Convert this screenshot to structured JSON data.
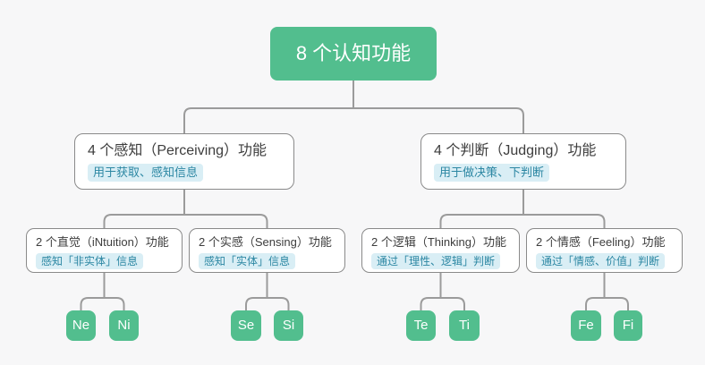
{
  "canvas": {
    "background": "#f7f7f8"
  },
  "colors": {
    "node_green": "#52be8e",
    "node_text": "#ffffff",
    "box_background": "#ffffff",
    "box_border": "#8a8a8a",
    "title_text": "#3d3d3d",
    "note_background": "#d9eef5",
    "note_text": "#2c87a3",
    "connector": "#9b9b9b"
  },
  "root": {
    "label": "8 个认知功能"
  },
  "branches": [
    {
      "title": "4 个感知（Perceiving）功能",
      "note": "用于获取、感知信息"
    },
    {
      "title": "4 个判断（Judging）功能",
      "note": "用于做决策、下判断"
    }
  ],
  "groups": [
    {
      "title": "2 个直觉（iNtuition）功能",
      "note": "感知「非实体」信息",
      "leaves": [
        "Ne",
        "Ni"
      ]
    },
    {
      "title": "2 个实感（Sensing）功能",
      "note": "感知「实体」信息",
      "leaves": [
        "Se",
        "Si"
      ]
    },
    {
      "title": "2 个逻辑（Thinking）功能",
      "note": "通过「理性、逻辑」判断",
      "leaves": [
        "Te",
        "Ti"
      ]
    },
    {
      "title": "2 个情感（Feeling）功能",
      "note": "通过「情感、价值」判断",
      "leaves": [
        "Fe",
        "Fi"
      ]
    }
  ]
}
